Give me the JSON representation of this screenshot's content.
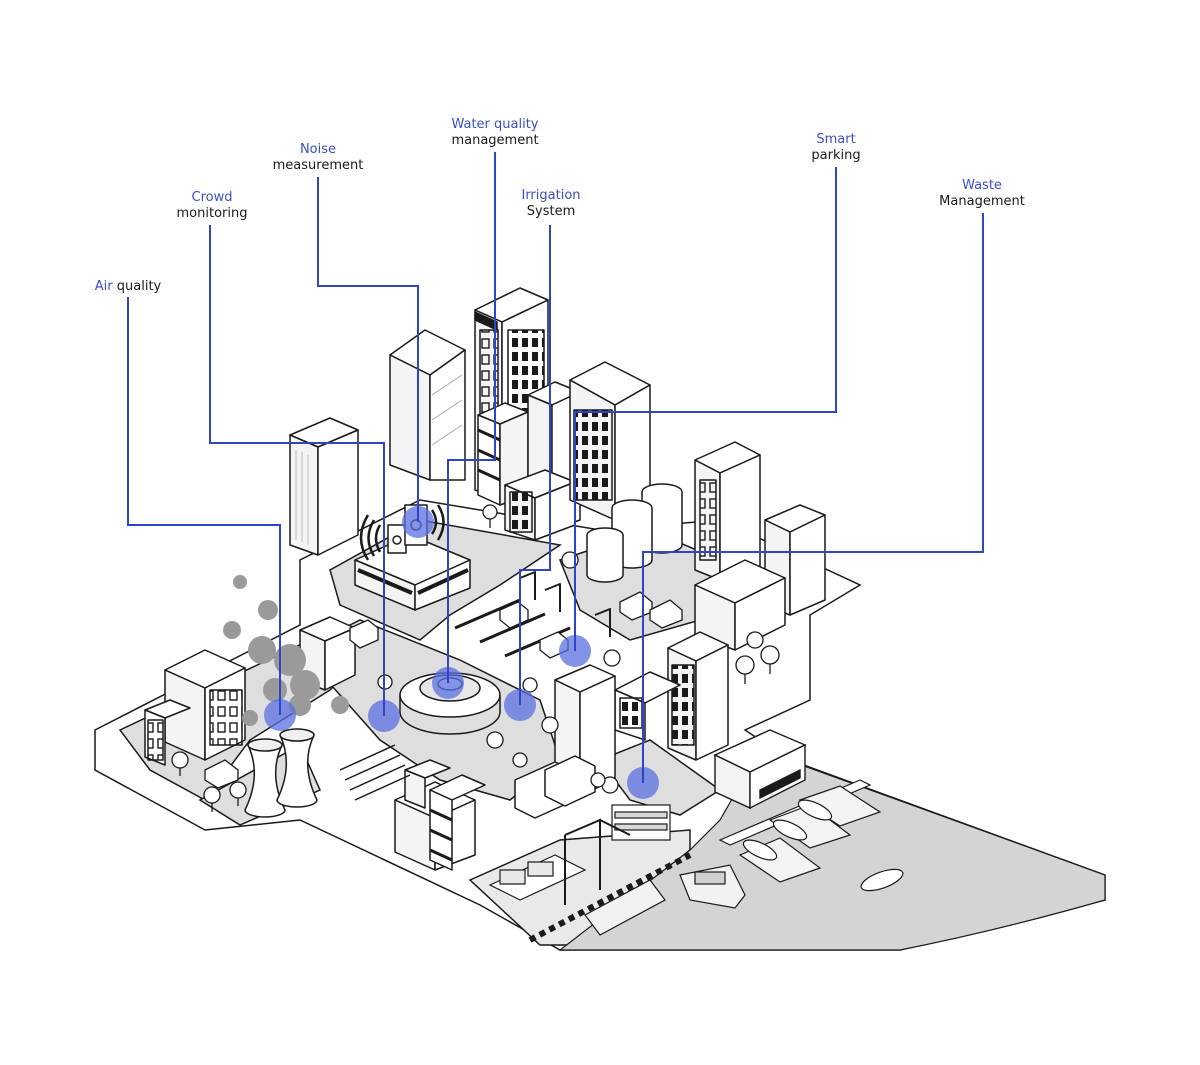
{
  "labels": {
    "air": {
      "accent": "Air",
      "rest": "quality"
    },
    "crowd": {
      "accent": "Crowd",
      "rest": "monitoring"
    },
    "noise": {
      "accent": "Noise",
      "rest": "measurement"
    },
    "water": {
      "accent": "Water quality",
      "rest": "management"
    },
    "irrigation": {
      "accent": "Irrigation",
      "rest": "System"
    },
    "parking": {
      "accent": "Smart",
      "rest": "parking"
    },
    "waste": {
      "accent": "Waste",
      "rest": "Management"
    }
  },
  "colors": {
    "accent": "#3a4fc7",
    "line": "#2f45c4",
    "sensor": "#5a6fe0",
    "ink": "#1a1a1a",
    "ground": "#dedede",
    "water": "#d4d4d4",
    "smoke": "#9a9a9a"
  },
  "icons": [
    "sensor-dot",
    "speaker-icon",
    "tree-icon",
    "car-icon",
    "ship-icon",
    "factory-tower-icon",
    "fountain-icon"
  ]
}
